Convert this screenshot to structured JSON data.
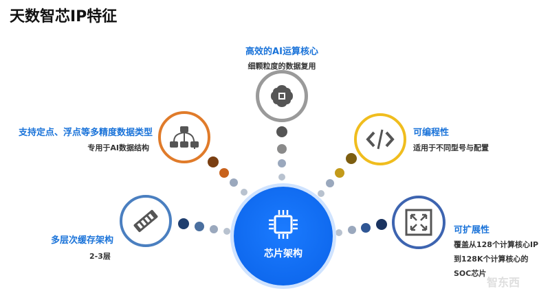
{
  "title": "天数智芯IP特征",
  "center": {
    "label": "芯片架构",
    "icon": "chip-icon",
    "color": "#0a62e8"
  },
  "features": [
    {
      "title": "高效的AI运算核心",
      "subtitle": "细颗粒度的数据复用",
      "icon": "brain-chip-icon",
      "color": "#9a9a9a"
    },
    {
      "title": "支持定点、浮点等多精度数据类型",
      "subtitle": "专用于AI数据结构",
      "icon": "hierarchy-icon",
      "color": "#e07b2a"
    },
    {
      "title": "可编程性",
      "subtitle": "适用于不同型号与配置",
      "icon": "code-icon",
      "color": "#f0bd1e"
    },
    {
      "title": "多层次缓存架构",
      "subtitle": "2-3层",
      "icon": "memory-icon",
      "color": "#4a7fc0"
    },
    {
      "title": "可扩展性",
      "lines": [
        "覆盖从128个计算核心IP",
        "到128K个计算核心的",
        "SOC芯片"
      ],
      "icon": "expand-icon",
      "color": "#3d64b0"
    }
  ],
  "watermark": "智东西"
}
